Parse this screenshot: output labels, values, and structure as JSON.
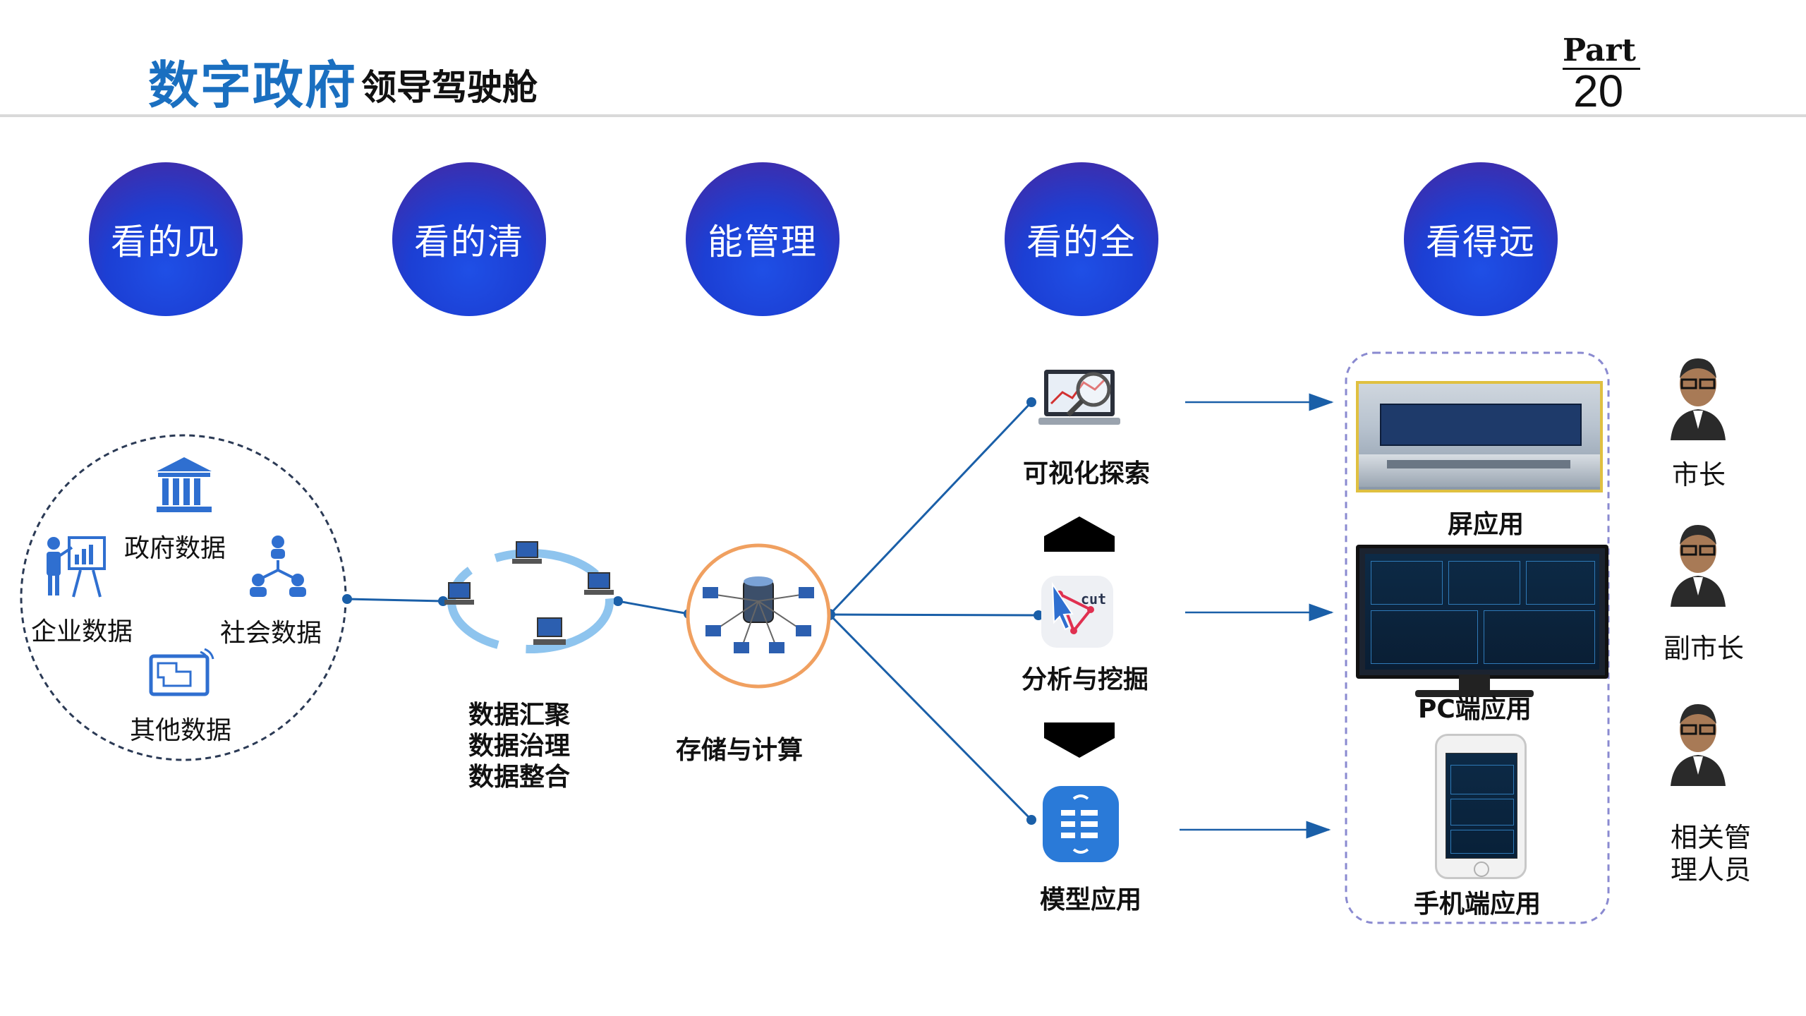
{
  "header": {
    "title_main": "数字政府",
    "title_sub": "领导驾驶舱",
    "part_word": "Part",
    "part_number": "20"
  },
  "stages": [
    {
      "label": "看的见"
    },
    {
      "label": "看的清"
    },
    {
      "label": "能管理"
    },
    {
      "label": "看的全"
    },
    {
      "label": "看得远"
    }
  ],
  "sources": {
    "gov": "政府数据",
    "enterprise": "企业数据",
    "social": "社会数据",
    "other": "其他数据"
  },
  "aggregation": {
    "line1": "数据汇聚",
    "line2": "数据治理",
    "line3": "数据整合"
  },
  "storage": {
    "label": "存储与计算"
  },
  "analytics": {
    "visual": "可视化探索",
    "analysis": "分析与挖掘",
    "cut_text": "cut",
    "model": "模型应用"
  },
  "apps": {
    "screen": "屏应用",
    "pc": "PC端应用",
    "mobile": "手机端应用"
  },
  "roles": {
    "mayor": "市长",
    "vice_mayor": "副市长",
    "staff_line1": "相关管",
    "staff_line2": "理人员"
  },
  "colors": {
    "title_blue": "#1a6fc0",
    "line_blue": "#1a5fa8",
    "circle_blue": "#1f4fe6",
    "circle_purple": "#5a2aa0",
    "icon_blue": "#2f6fd0",
    "storage_ring": "#f0a060"
  }
}
